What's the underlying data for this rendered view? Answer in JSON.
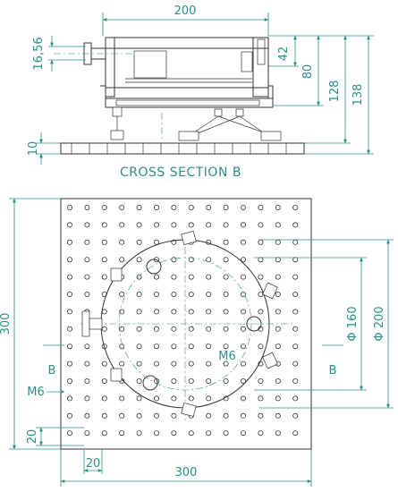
{
  "section": {
    "caption": "CROSS SECTION B",
    "dims": {
      "width": "200",
      "d1": "16,56",
      "d2": "42",
      "d3": "80",
      "d4": "128",
      "d5": "138",
      "d6": "10"
    }
  },
  "plan": {
    "dims": {
      "height": "300",
      "width": "300",
      "pitch_x": "20",
      "pitch_y": "20",
      "dia_inner": "Φ 160",
      "dia_outer": "Φ 200",
      "thread_left": "M6",
      "thread_ring": "M6",
      "section_left": "B",
      "section_right": "B"
    },
    "grid": {
      "cols": 14,
      "rows": 14
    }
  },
  "colors": {
    "dimension": "#2a8f86",
    "ink": "#333333"
  }
}
